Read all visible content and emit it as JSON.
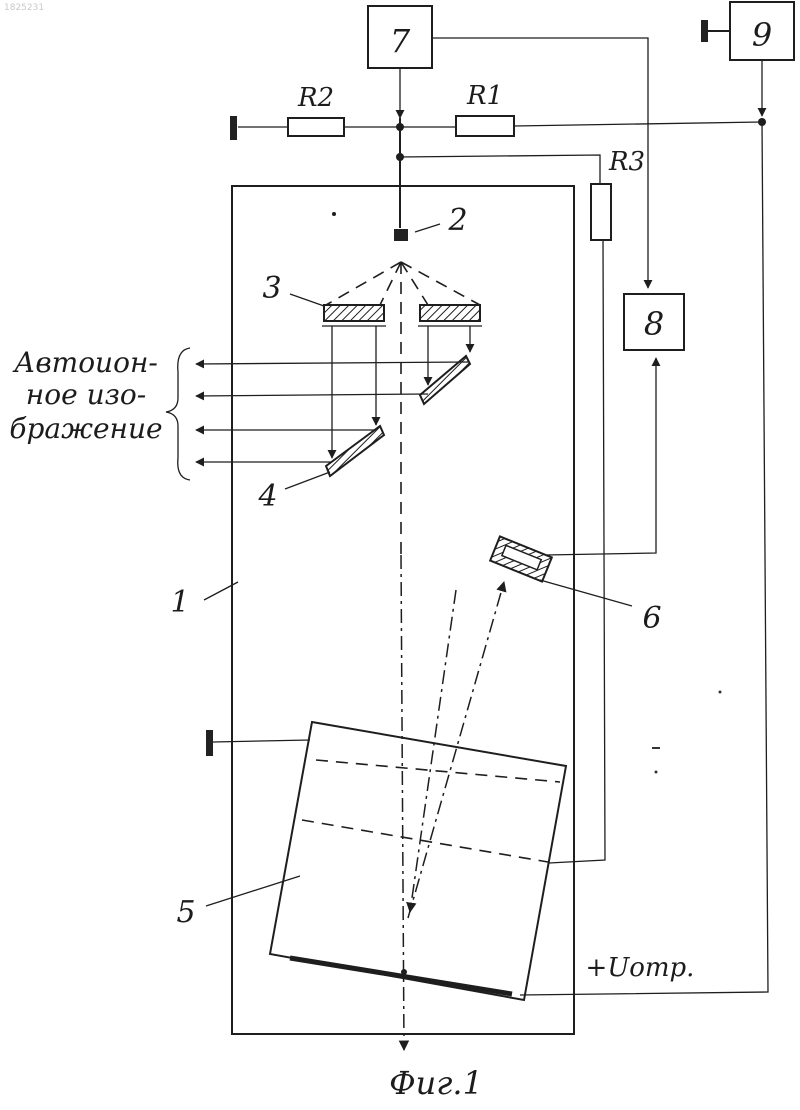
{
  "figure": {
    "watermark": "1825231",
    "caption": "Фиг.1",
    "voltage_label": "+Uотр.",
    "image_label_lines": [
      "Автоион-",
      "ное изо-",
      "бражение"
    ]
  },
  "blocks": {
    "b7": "7",
    "b8": "8",
    "b9": "9"
  },
  "resistors": {
    "r1": "R1",
    "r2": "R2",
    "r3": "R3"
  },
  "callouts": {
    "c1": "1",
    "c2": "2",
    "c3": "3",
    "c4": "4",
    "c5": "5",
    "c6": "6"
  }
}
